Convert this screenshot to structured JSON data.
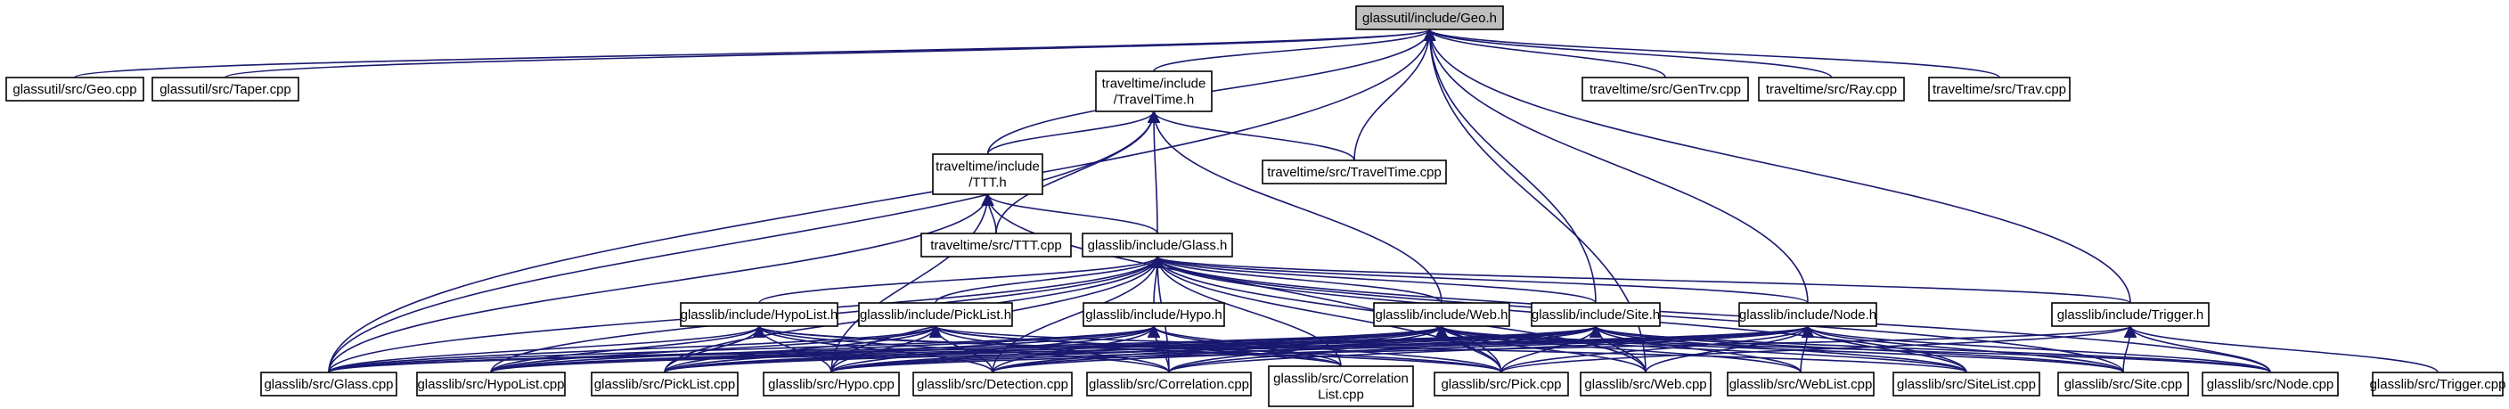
{
  "colors": {
    "edge": "#191970",
    "root_fill": "#bfbfbf",
    "node_fill": "#ffffff",
    "node_stroke": "#000000"
  },
  "nodes": [
    {
      "id": "geo_h",
      "lines": [
        "glassutil/include/Geo.h"
      ],
      "root": true
    },
    {
      "id": "geo_cpp",
      "lines": [
        "glassutil/src/Geo.cpp"
      ]
    },
    {
      "id": "taper_cpp",
      "lines": [
        "glassutil/src/Taper.cpp"
      ]
    },
    {
      "id": "traveltime_h",
      "lines": [
        "traveltime/include",
        "/TravelTime.h"
      ]
    },
    {
      "id": "gentrv_cpp",
      "lines": [
        "traveltime/src/GenTrv.cpp"
      ]
    },
    {
      "id": "ray_cpp",
      "lines": [
        "traveltime/src/Ray.cpp"
      ]
    },
    {
      "id": "trav_cpp",
      "lines": [
        "traveltime/src/Trav.cpp"
      ]
    },
    {
      "id": "ttt_h",
      "lines": [
        "traveltime/include",
        "/TTT.h"
      ]
    },
    {
      "id": "traveltime_cpp",
      "lines": [
        "traveltime/src/TravelTime.cpp"
      ]
    },
    {
      "id": "ttt_cpp",
      "lines": [
        "traveltime/src/TTT.cpp"
      ]
    },
    {
      "id": "glass_h",
      "lines": [
        "glasslib/include/Glass.h"
      ]
    },
    {
      "id": "hypolist_h",
      "lines": [
        "glasslib/include/HypoList.h"
      ]
    },
    {
      "id": "picklist_h",
      "lines": [
        "glasslib/include/PickList.h"
      ]
    },
    {
      "id": "hypo_h",
      "lines": [
        "glasslib/include/Hypo.h"
      ]
    },
    {
      "id": "web_h",
      "lines": [
        "glasslib/include/Web.h"
      ]
    },
    {
      "id": "site_h",
      "lines": [
        "glasslib/include/Site.h"
      ]
    },
    {
      "id": "node_h",
      "lines": [
        "glasslib/include/Node.h"
      ]
    },
    {
      "id": "trigger_h",
      "lines": [
        "glasslib/include/Trigger.h"
      ]
    },
    {
      "id": "glass_cpp",
      "lines": [
        "glasslib/src/Glass.cpp"
      ]
    },
    {
      "id": "hypolist_cpp",
      "lines": [
        "glasslib/src/HypoList.cpp"
      ]
    },
    {
      "id": "picklist_cpp",
      "lines": [
        "glasslib/src/PickList.cpp"
      ]
    },
    {
      "id": "hypo_cpp",
      "lines": [
        "glasslib/src/Hypo.cpp"
      ]
    },
    {
      "id": "detection_cpp",
      "lines": [
        "glasslib/src/Detection.cpp"
      ]
    },
    {
      "id": "correlation_cpp",
      "lines": [
        "glasslib/src/Correlation.cpp"
      ]
    },
    {
      "id": "correlationlist_cpp",
      "lines": [
        "glasslib/src/Correlation",
        "List.cpp"
      ]
    },
    {
      "id": "pick_cpp",
      "lines": [
        "glasslib/src/Pick.cpp"
      ]
    },
    {
      "id": "web_cpp",
      "lines": [
        "glasslib/src/Web.cpp"
      ]
    },
    {
      "id": "weblist_cpp",
      "lines": [
        "glasslib/src/WebList.cpp"
      ]
    },
    {
      "id": "sitelist_cpp",
      "lines": [
        "glasslib/src/SiteList.cpp"
      ]
    },
    {
      "id": "site_cpp",
      "lines": [
        "glasslib/src/Site.cpp"
      ]
    },
    {
      "id": "node_cpp",
      "lines": [
        "glasslib/src/Node.cpp"
      ]
    },
    {
      "id": "trigger_cpp",
      "lines": [
        "glasslib/src/Trigger.cpp"
      ]
    }
  ],
  "edges": [
    [
      "geo_h",
      "geo_cpp"
    ],
    [
      "geo_h",
      "taper_cpp"
    ],
    [
      "geo_h",
      "traveltime_h"
    ],
    [
      "geo_h",
      "gentrv_cpp"
    ],
    [
      "geo_h",
      "ray_cpp"
    ],
    [
      "geo_h",
      "trav_cpp"
    ],
    [
      "geo_h",
      "ttt_h"
    ],
    [
      "geo_h",
      "traveltime_cpp"
    ],
    [
      "geo_h",
      "glass_cpp"
    ],
    [
      "geo_h",
      "site_h"
    ],
    [
      "geo_h",
      "node_h"
    ],
    [
      "geo_h",
      "trigger_h"
    ],
    [
      "geo_h",
      "web_cpp"
    ],
    [
      "traveltime_h",
      "ttt_h"
    ],
    [
      "traveltime_h",
      "traveltime_cpp"
    ],
    [
      "traveltime_h",
      "ttt_cpp"
    ],
    [
      "traveltime_h",
      "glass_h"
    ],
    [
      "traveltime_h",
      "web_h"
    ],
    [
      "traveltime_h",
      "glass_cpp"
    ],
    [
      "ttt_h",
      "ttt_cpp"
    ],
    [
      "ttt_h",
      "glass_h"
    ],
    [
      "ttt_h",
      "glass_cpp"
    ],
    [
      "ttt_h",
      "hypo_cpp"
    ],
    [
      "ttt_h",
      "pick_cpp"
    ],
    [
      "glass_h",
      "hypolist_h"
    ],
    [
      "glass_h",
      "picklist_h"
    ],
    [
      "glass_h",
      "hypo_h"
    ],
    [
      "glass_h",
      "web_h"
    ],
    [
      "glass_h",
      "site_h"
    ],
    [
      "glass_h",
      "node_h"
    ],
    [
      "glass_h",
      "trigger_h"
    ],
    [
      "glass_h",
      "glass_cpp"
    ],
    [
      "glass_h",
      "hypolist_cpp"
    ],
    [
      "glass_h",
      "picklist_cpp"
    ],
    [
      "glass_h",
      "hypo_cpp"
    ],
    [
      "glass_h",
      "detection_cpp"
    ],
    [
      "glass_h",
      "correlation_cpp"
    ],
    [
      "glass_h",
      "correlationlist_cpp"
    ],
    [
      "glass_h",
      "pick_cpp"
    ],
    [
      "glass_h",
      "web_cpp"
    ],
    [
      "glass_h",
      "sitelist_cpp"
    ],
    [
      "glass_h",
      "site_cpp"
    ],
    [
      "glass_h",
      "node_cpp"
    ],
    [
      "hypolist_h",
      "glass_cpp"
    ],
    [
      "hypolist_h",
      "hypolist_cpp"
    ],
    [
      "hypolist_h",
      "picklist_cpp"
    ],
    [
      "hypolist_h",
      "hypo_cpp"
    ],
    [
      "hypolist_h",
      "detection_cpp"
    ],
    [
      "hypolist_h",
      "correlation_cpp"
    ],
    [
      "hypolist_h",
      "correlationlist_cpp"
    ],
    [
      "hypolist_h",
      "pick_cpp"
    ],
    [
      "picklist_h",
      "glass_cpp"
    ],
    [
      "picklist_h",
      "hypolist_cpp"
    ],
    [
      "picklist_h",
      "picklist_cpp"
    ],
    [
      "picklist_h",
      "hypo_cpp"
    ],
    [
      "picklist_h",
      "detection_cpp"
    ],
    [
      "picklist_h",
      "correlation_cpp"
    ],
    [
      "picklist_h",
      "correlationlist_cpp"
    ],
    [
      "picklist_h",
      "pick_cpp"
    ],
    [
      "picklist_h",
      "sitelist_cpp"
    ],
    [
      "hypo_h",
      "glass_cpp"
    ],
    [
      "hypo_h",
      "hypolist_cpp"
    ],
    [
      "hypo_h",
      "picklist_cpp"
    ],
    [
      "hypo_h",
      "hypo_cpp"
    ],
    [
      "hypo_h",
      "detection_cpp"
    ],
    [
      "hypo_h",
      "correlation_cpp"
    ],
    [
      "hypo_h",
      "correlationlist_cpp"
    ],
    [
      "hypo_h",
      "pick_cpp"
    ],
    [
      "web_h",
      "glass_cpp"
    ],
    [
      "web_h",
      "hypolist_cpp"
    ],
    [
      "web_h",
      "picklist_cpp"
    ],
    [
      "web_h",
      "hypo_cpp"
    ],
    [
      "web_h",
      "detection_cpp"
    ],
    [
      "web_h",
      "correlation_cpp"
    ],
    [
      "web_h",
      "pick_cpp"
    ],
    [
      "web_h",
      "web_cpp"
    ],
    [
      "web_h",
      "weblist_cpp"
    ],
    [
      "web_h",
      "sitelist_cpp"
    ],
    [
      "web_h",
      "site_cpp"
    ],
    [
      "web_h",
      "node_cpp"
    ],
    [
      "site_h",
      "glass_cpp"
    ],
    [
      "site_h",
      "hypolist_cpp"
    ],
    [
      "site_h",
      "picklist_cpp"
    ],
    [
      "site_h",
      "hypo_cpp"
    ],
    [
      "site_h",
      "detection_cpp"
    ],
    [
      "site_h",
      "correlation_cpp"
    ],
    [
      "site_h",
      "pick_cpp"
    ],
    [
      "site_h",
      "web_cpp"
    ],
    [
      "site_h",
      "weblist_cpp"
    ],
    [
      "site_h",
      "sitelist_cpp"
    ],
    [
      "site_h",
      "site_cpp"
    ],
    [
      "site_h",
      "node_cpp"
    ],
    [
      "node_h",
      "hypolist_cpp"
    ],
    [
      "node_h",
      "picklist_cpp"
    ],
    [
      "node_h",
      "hypo_cpp"
    ],
    [
      "node_h",
      "detection_cpp"
    ],
    [
      "node_h",
      "correlation_cpp"
    ],
    [
      "node_h",
      "pick_cpp"
    ],
    [
      "node_h",
      "web_cpp"
    ],
    [
      "node_h",
      "weblist_cpp"
    ],
    [
      "node_h",
      "sitelist_cpp"
    ],
    [
      "node_h",
      "site_cpp"
    ],
    [
      "node_h",
      "node_cpp"
    ],
    [
      "trigger_h",
      "hypo_cpp"
    ],
    [
      "trigger_h",
      "pick_cpp"
    ],
    [
      "trigger_h",
      "site_cpp"
    ],
    [
      "trigger_h",
      "node_cpp"
    ],
    [
      "trigger_h",
      "trigger_cpp"
    ]
  ]
}
